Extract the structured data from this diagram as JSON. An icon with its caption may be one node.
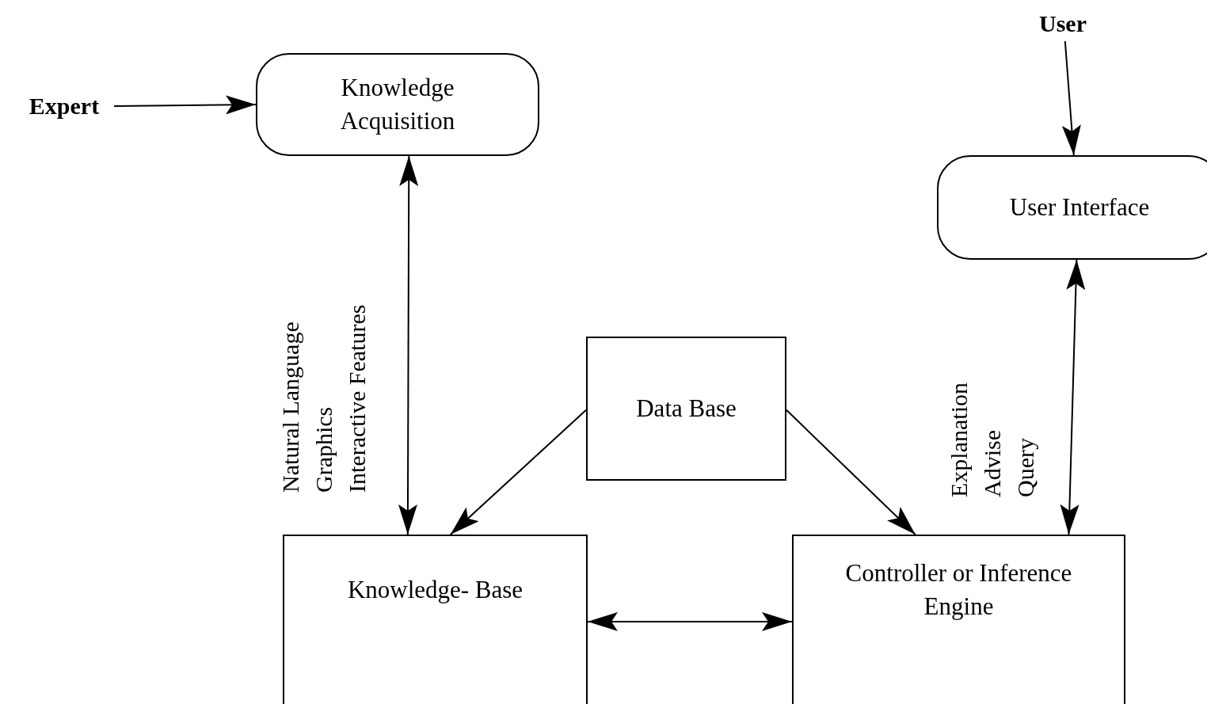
{
  "diagram": {
    "nodes": [
      {
        "text": [
          "Expert"
        ]
      },
      {
        "text": [
          "Knowledge Acquisition"
        ]
      },
      {
        "text": [
          "User"
        ]
      },
      {
        "text": [
          "User Interface"
        ]
      },
      {
        "text": [
          "Data Base"
        ]
      },
      {
        "text": [
          "Knowledge- Base"
        ]
      },
      {
        "text": [
          "Controller or Inference Engine"
        ]
      }
    ],
    "edges": [
      {
        "from": 0,
        "to": 1,
        "arrow": "to"
      },
      {
        "from": 1,
        "to": 5,
        "arrow": "both"
      },
      {
        "from": 2,
        "to": 3,
        "arrow": "to"
      },
      {
        "from": 3,
        "to": 6,
        "arrow": "both"
      },
      {
        "from": 4,
        "to": 5,
        "arrow": "to"
      },
      {
        "from": 4,
        "to": 6,
        "arrow": "to"
      },
      {
        "from": 5,
        "to": 6,
        "arrow": "both"
      }
    ],
    "labels": [
      "Natural Language",
      "Graphics",
      "Interactive Features",
      "Explanation",
      "Advise",
      "Query"
    ]
  }
}
